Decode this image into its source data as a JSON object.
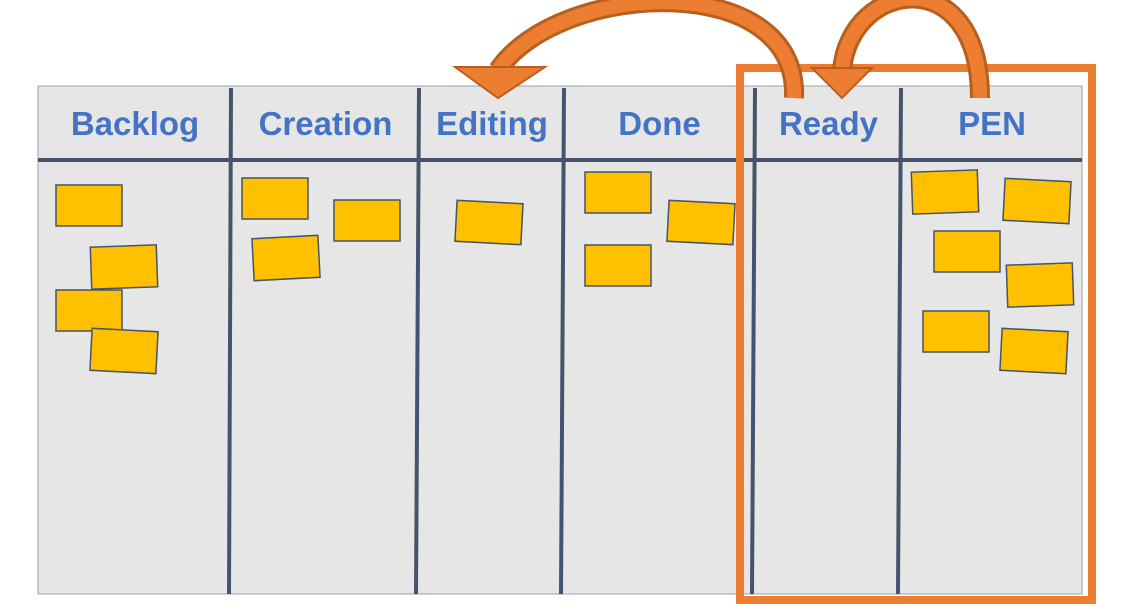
{
  "board": {
    "columns": [
      {
        "label": "Backlog"
      },
      {
        "label": "Creation"
      },
      {
        "label": "Editing"
      },
      {
        "label": "Done"
      },
      {
        "label": "Ready"
      },
      {
        "label": "PEN"
      }
    ]
  },
  "colors": {
    "board_background": "#e6e6e6",
    "divider": "#44546a",
    "header_text": "#4472c4",
    "sticky_note": "#ffc000",
    "sticky_note_border": "#44546a",
    "highlight_frame": "#ed7d31",
    "arrow_fill": "#ed7d31",
    "arrow_shade": "#b85f1e"
  },
  "highlight": {
    "columns": [
      "Ready",
      "PEN"
    ]
  },
  "flows": [
    {
      "from": "Ready",
      "to": "Editing"
    },
    {
      "from": "PEN",
      "to": "Ready"
    }
  ]
}
